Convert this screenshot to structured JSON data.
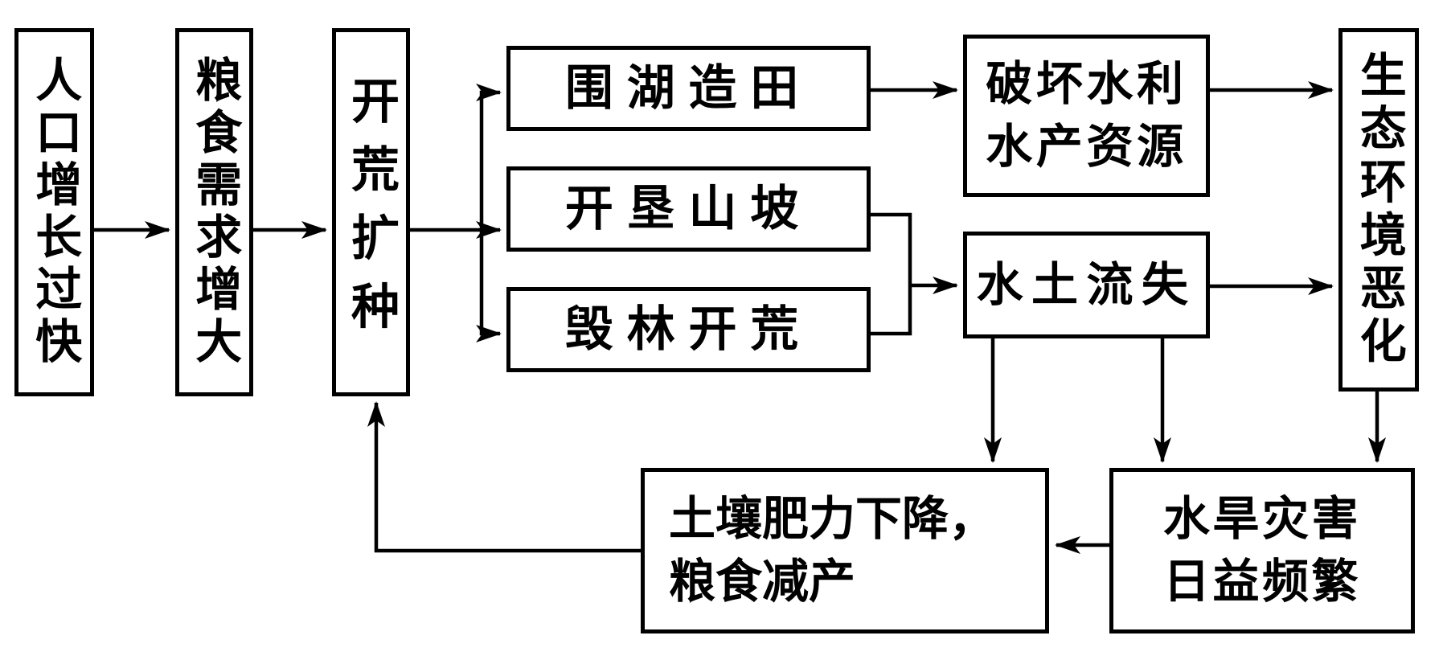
{
  "diagram": {
    "description": "flowchart-of-ecological-degradation-cycle",
    "colors": {
      "background": "#ffffff",
      "line": "#000000",
      "text": "#000000"
    },
    "nodes": {
      "population_growth": {
        "label": "人口增长过快"
      },
      "food_demand": {
        "label": "粮食需求增大"
      },
      "land_reclamation": {
        "label": "开荒扩种"
      },
      "lake_reclamation": {
        "label": "围湖造田"
      },
      "hillside_cultivation": {
        "label": "开垦山坡"
      },
      "deforestation": {
        "label": "毁林开荒"
      },
      "water_resource_damage": {
        "label": "破坏水利\n水产资源"
      },
      "soil_erosion": {
        "label": "水土流失"
      },
      "eco_deterioration": {
        "label": "生态环境恶化"
      },
      "soil_fertility_decline": {
        "label": "土壤肥力下降，\n粮食减产"
      },
      "flood_drought": {
        "label": "水旱灾害\n日益频繁"
      }
    },
    "edges": [
      {
        "from": "population_growth",
        "to": "food_demand"
      },
      {
        "from": "food_demand",
        "to": "land_reclamation"
      },
      {
        "from": "land_reclamation",
        "to": "lake_reclamation"
      },
      {
        "from": "land_reclamation",
        "to": "hillside_cultivation"
      },
      {
        "from": "land_reclamation",
        "to": "deforestation"
      },
      {
        "from": "lake_reclamation",
        "to": "water_resource_damage"
      },
      {
        "from": "hillside_cultivation",
        "to": "soil_erosion"
      },
      {
        "from": "deforestation",
        "to": "soil_erosion"
      },
      {
        "from": "water_resource_damage",
        "to": "eco_deterioration"
      },
      {
        "from": "soil_erosion",
        "to": "eco_deterioration"
      },
      {
        "from": "soil_erosion",
        "to": "soil_fertility_decline"
      },
      {
        "from": "soil_erosion",
        "to": "flood_drought"
      },
      {
        "from": "eco_deterioration",
        "to": "flood_drought"
      },
      {
        "from": "flood_drought",
        "to": "soil_fertility_decline"
      },
      {
        "from": "soil_fertility_decline",
        "to": "land_reclamation"
      }
    ]
  }
}
